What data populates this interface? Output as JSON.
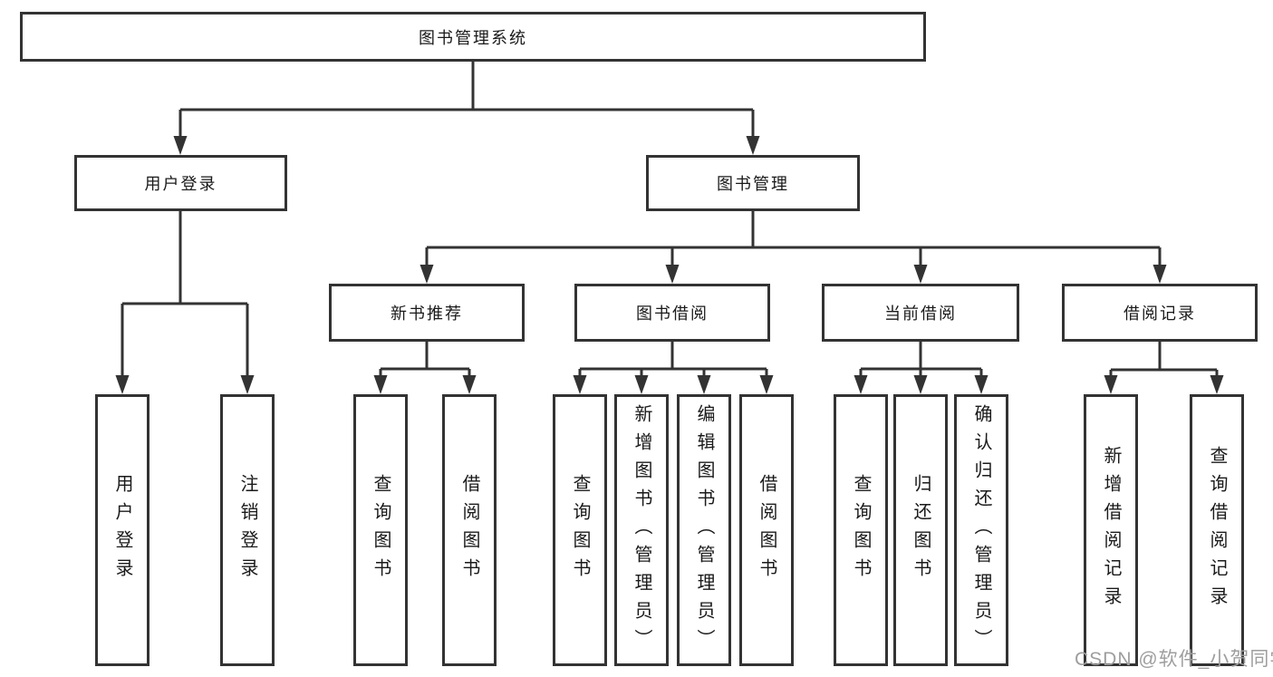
{
  "diagram": {
    "type": "hierarchy-tree",
    "title": "图书管理系统",
    "colors": {
      "line": "#333333",
      "box_border": "#333333",
      "box_fill": "#ffffff",
      "text": "#1a1a1a",
      "watermark": "#9e9e9e",
      "background": "#ffffff"
    },
    "nodes": {
      "root": {
        "label": "图书管理系统",
        "parent": null
      },
      "userLogin": {
        "label": "用户登录",
        "parent": "root"
      },
      "bookMgmt": {
        "label": "图书管理",
        "parent": "root"
      },
      "loginLeaf": {
        "label": "用户登录",
        "parent": "userLogin"
      },
      "logoutLeaf": {
        "label": "注销登录",
        "parent": "userLogin"
      },
      "newBookRec": {
        "label": "新书推荐",
        "parent": "bookMgmt"
      },
      "bookBorrow": {
        "label": "图书借阅",
        "parent": "bookMgmt"
      },
      "currentBorrow": {
        "label": "当前借阅",
        "parent": "bookMgmt"
      },
      "borrowRecords": {
        "label": "借阅记录",
        "parent": "bookMgmt"
      },
      "nbQuery": {
        "label": "查询图书",
        "parent": "newBookRec"
      },
      "nbBorrow": {
        "label": "借阅图书",
        "parent": "newBookRec"
      },
      "bbQuery": {
        "label": "查询图书",
        "parent": "bookBorrow"
      },
      "bbAdd": {
        "label": "新增图书（管理员）",
        "parent": "bookBorrow"
      },
      "bbEdit": {
        "label": "编辑图书（管理员）",
        "parent": "bookBorrow"
      },
      "bbBorrow": {
        "label": "借阅图书",
        "parent": "bookBorrow"
      },
      "cbQuery": {
        "label": "查询图书",
        "parent": "currentBorrow"
      },
      "cbReturn": {
        "label": "归还图书",
        "parent": "currentBorrow"
      },
      "cbConfirm": {
        "label": "确认归还（管理员）",
        "parent": "currentBorrow"
      },
      "brAdd": {
        "label": "新增借阅记录",
        "parent": "borrowRecords"
      },
      "brQuery": {
        "label": "查询借阅记录",
        "parent": "borrowRecords"
      }
    }
  },
  "watermark": {
    "text": "CSDN @软件_小贺同学"
  }
}
